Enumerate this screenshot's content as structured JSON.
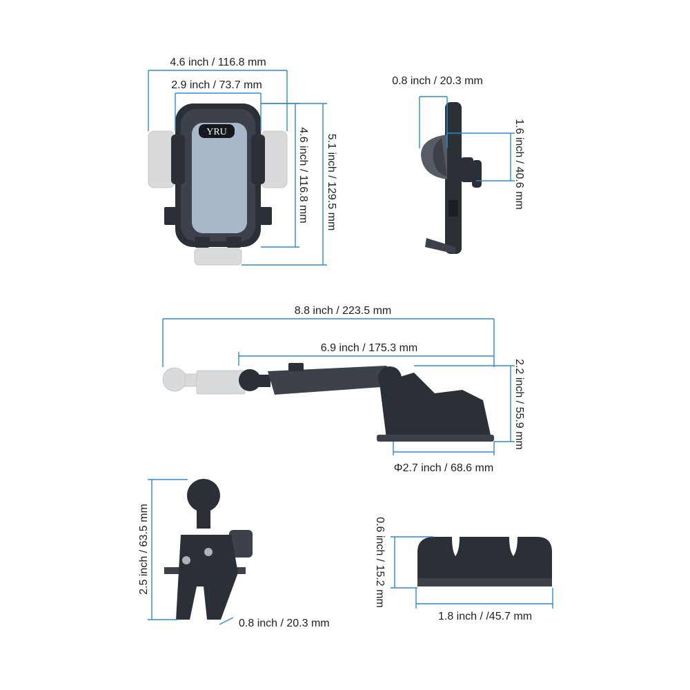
{
  "brand_logo": "YRU",
  "dimensions": {
    "holder_width_total": "4.6 inch / 116.8 mm",
    "holder_width_min": "2.9 inch / 73.7 mm",
    "holder_height_min": "4.6 inch / 116.8 mm",
    "holder_height_total": "5.1 inch / 129.5 mm",
    "side_depth": "0.8 inch / 20.3 mm",
    "side_grip_height": "1.6 inch / 40.6 mm",
    "arm_total_length": "8.8 inch / 223.5 mm",
    "arm_min_length": "6.9 inch / 175.3 mm",
    "arm_height": "2.2 inch / 55.9 mm",
    "suction_diameter": "Φ2.7 inch / 68.6 mm",
    "vent_clip_height": "2.5 inch / 63.5 mm",
    "vent_clip_depth": "0.8 inch / 20.3 mm",
    "cable_clip_height": "0.6 inch / 15.2 mm",
    "cable_clip_width": "1.8 inch / /45.7 mm"
  },
  "colors": {
    "dimension_line": "#2a8ad8",
    "product_body": "#2b2f36",
    "ghost_extension": "#d9dadb",
    "screen_panel": "#a9b7cb"
  }
}
